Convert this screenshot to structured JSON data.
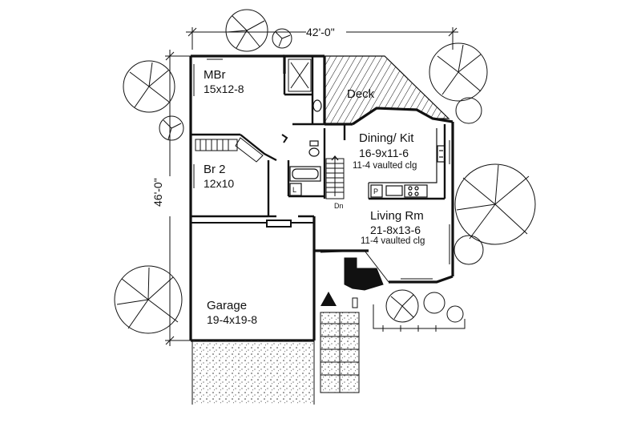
{
  "plan": {
    "overall_width": "42'-0\"",
    "overall_depth": "46'-0\"",
    "rooms": {
      "mbr": {
        "name": "MBr",
        "size": "15x12-8"
      },
      "br2": {
        "name": "Br 2",
        "size": "12x10"
      },
      "deck": {
        "name": "Deck"
      },
      "dining": {
        "name": "Dining/ Kit",
        "size": "16-9x11-6",
        "note": "11-4 vaulted clg"
      },
      "living": {
        "name": "Living Rm",
        "size": "21-8x13-6",
        "note": "11-4 vaulted clg"
      },
      "garage": {
        "name": "Garage",
        "size": "19-4x19-8"
      }
    },
    "markers": {
      "stairs_down": "Dn",
      "laundry": "L",
      "pantry": "P"
    },
    "colors": {
      "line": "#111111",
      "background": "#ffffff"
    }
  }
}
